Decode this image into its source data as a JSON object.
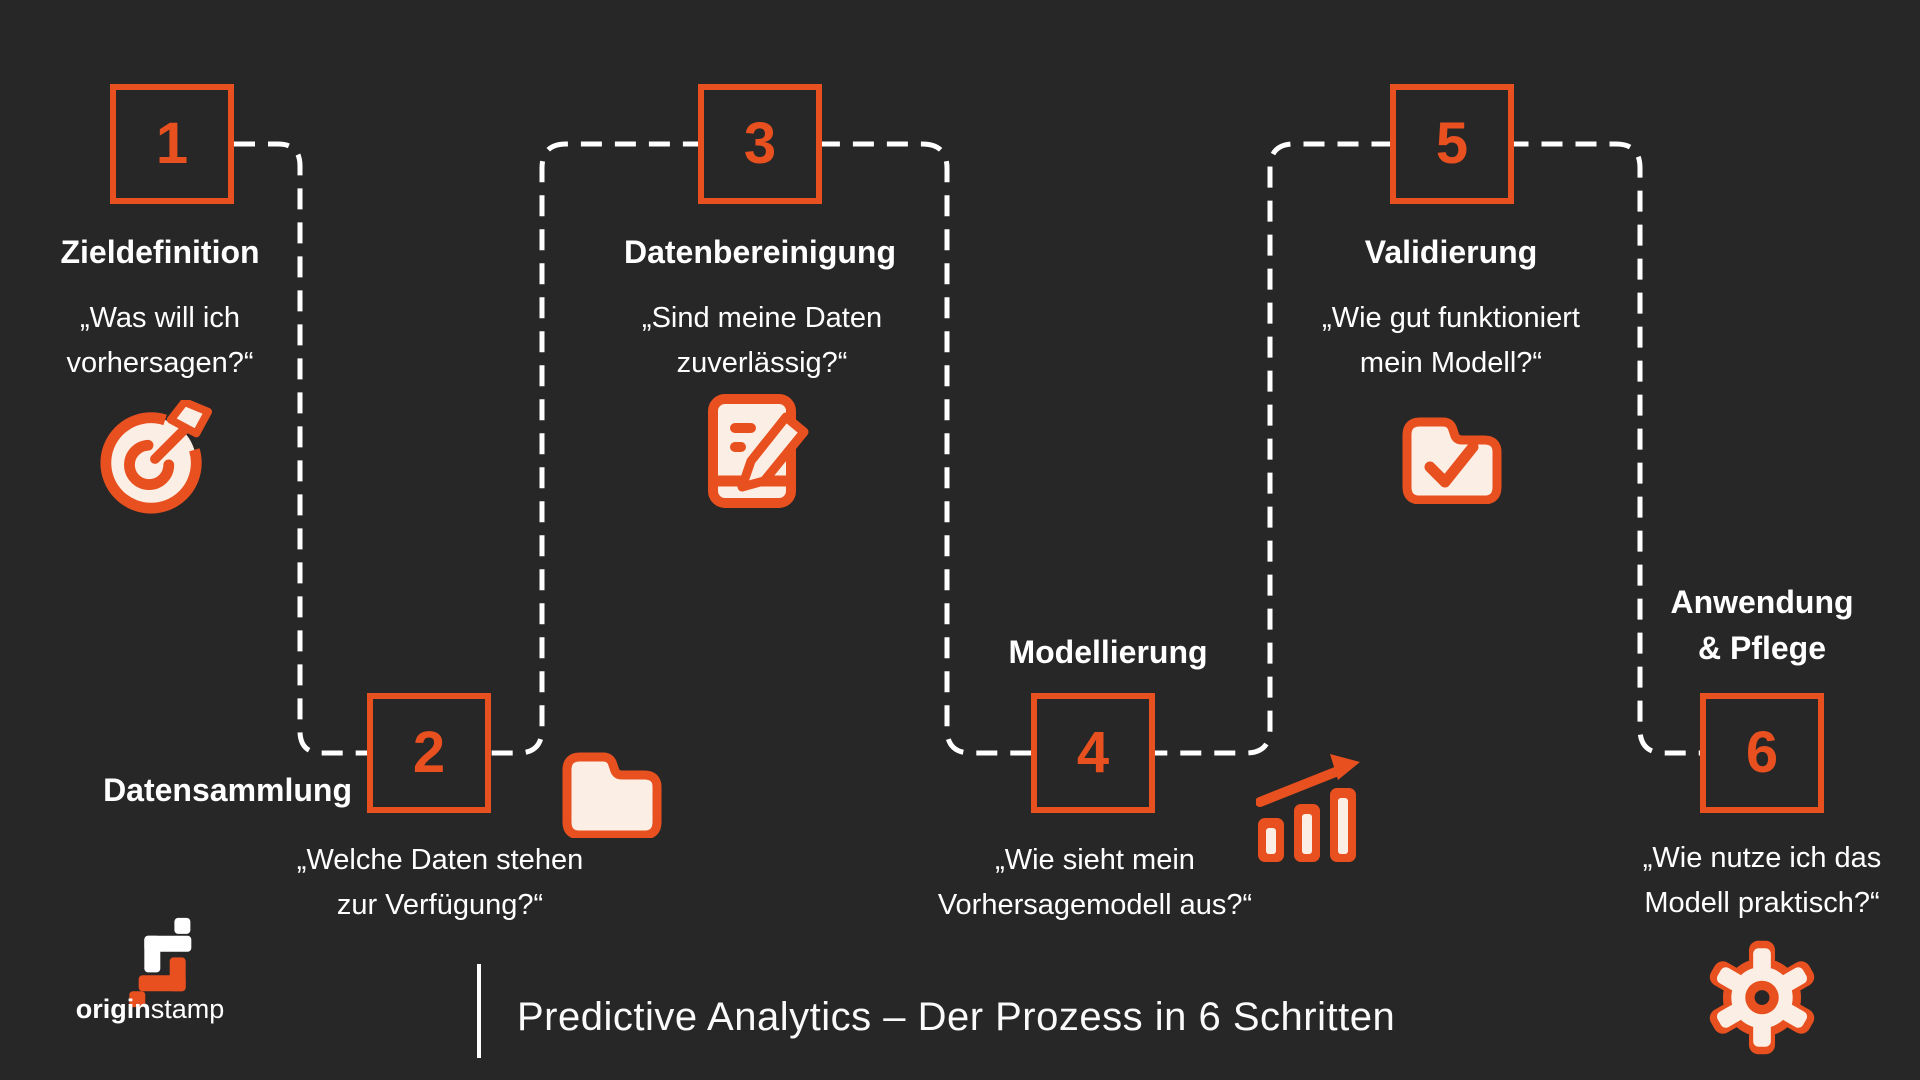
{
  "page": {
    "background_color": "#272727",
    "accent_color": "#E8501F",
    "cream_color": "#FBEEE4",
    "text_color": "#FFFFFF"
  },
  "steps": [
    {
      "number": "1",
      "title": "Zieldefinition",
      "quote": "„Was will ich\nvorhersagen?“",
      "icon": "target-icon"
    },
    {
      "number": "2",
      "title": "Datensammlung",
      "quote": "„Welche Daten stehen\nzur Verfügung?“",
      "icon": "folder-icon"
    },
    {
      "number": "3",
      "title": "Datenbereinigung",
      "quote": "„Sind meine Daten\nzuverlässig?“",
      "icon": "document-edit-icon"
    },
    {
      "number": "4",
      "title": "Modellierung",
      "quote": "„Wie sieht mein\nVorhersagemodell aus?“",
      "icon": "growth-chart-icon"
    },
    {
      "number": "5",
      "title": "Validierung",
      "quote": "„Wie gut funktioniert\nmein Modell?“",
      "icon": "folder-check-icon"
    },
    {
      "number": "6",
      "title": "Anwendung\n& Pflege",
      "quote": "„Wie nutze ich das\nModell praktisch?“",
      "icon": "gear-icon"
    }
  ],
  "footer": {
    "logo_text_bold": "origin",
    "logo_text_light": "stamp",
    "caption": "Predictive Analytics – Der Prozess in 6 Schritten"
  }
}
